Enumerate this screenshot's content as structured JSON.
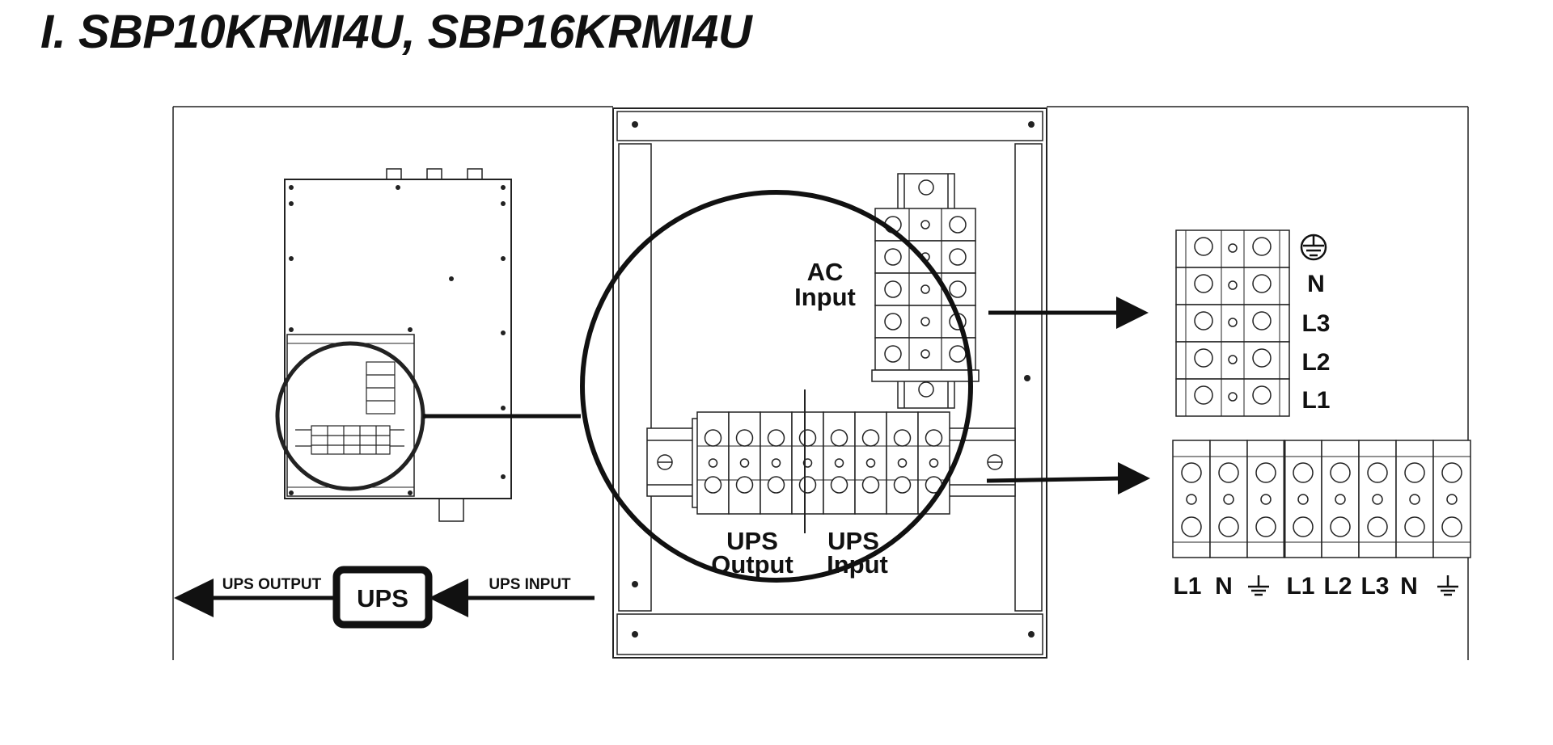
{
  "title": "I. SBP10KRMI4U, SBP16KRMI4U",
  "labels": {
    "ac_input": [
      "AC",
      "Input"
    ],
    "ups_output": [
      "UPS",
      "Output"
    ],
    "ups_input": [
      "UPS",
      "Input"
    ],
    "ups_box": "UPS",
    "ups_output_arrow": "UPS OUTPUT",
    "ups_input_arrow": "UPS INPUT"
  },
  "ac_terminals": [
    "N",
    "L3",
    "L2",
    "L1"
  ],
  "ac_ground_icon": "protective-earth-icon",
  "ups_output_terminals": [
    "L1",
    "N"
  ],
  "ups_input_terminals": [
    "L1",
    "L2",
    "L3",
    "N"
  ],
  "ground_icon": "ground-icon"
}
